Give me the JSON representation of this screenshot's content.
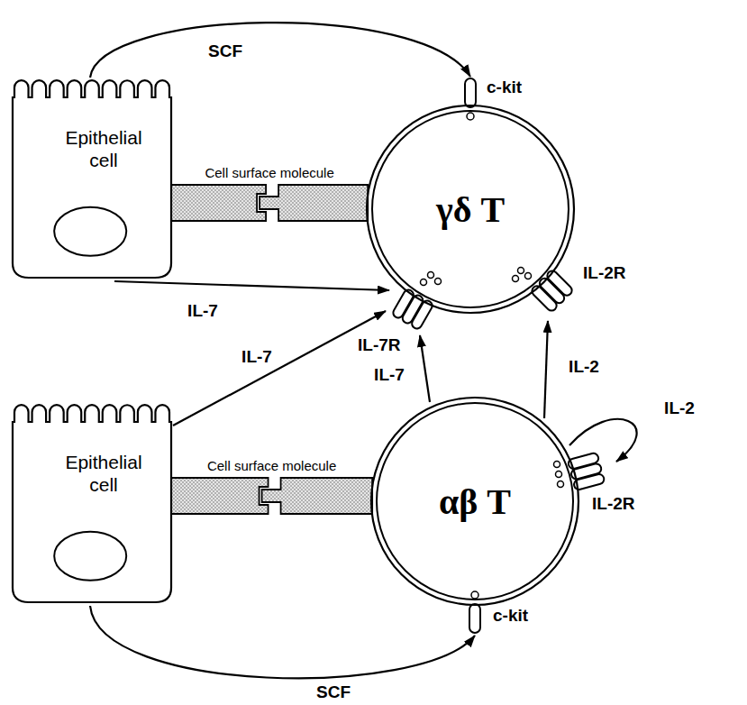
{
  "diagram": {
    "nodes": [
      {
        "text": [
          "Epithelial cell"
        ]
      },
      {
        "text": [
          "γδ T"
        ]
      },
      {
        "text": [
          "Epithelial cell"
        ]
      },
      {
        "text": [
          "αβ T"
        ]
      }
    ],
    "edges": [
      {
        "from": 0,
        "to": 1,
        "label": "Cell surface molecule",
        "arrow": "none"
      },
      {
        "from": 0,
        "to": 1,
        "label": "SCF",
        "arrow": "to"
      },
      {
        "from": 0,
        "to": 1,
        "label": "IL-7",
        "arrow": "to"
      },
      {
        "from": 2,
        "to": 1,
        "label": "IL-7",
        "arrow": "to"
      },
      {
        "from": 3,
        "to": 1,
        "label": "IL-7",
        "arrow": "to"
      },
      {
        "from": 3,
        "to": 1,
        "label": "IL-2",
        "arrow": "to"
      },
      {
        "from": 3,
        "to": 3,
        "label": "IL-2",
        "arrow": "to"
      },
      {
        "from": 2,
        "to": 3,
        "label": "Cell surface molecule",
        "arrow": "none"
      },
      {
        "from": 2,
        "to": 3,
        "label": "SCF",
        "arrow": "to"
      }
    ],
    "labels": [
      "c-kit",
      "IL-2R",
      "IL-7R",
      "IL-2R",
      "c-kit"
    ]
  }
}
